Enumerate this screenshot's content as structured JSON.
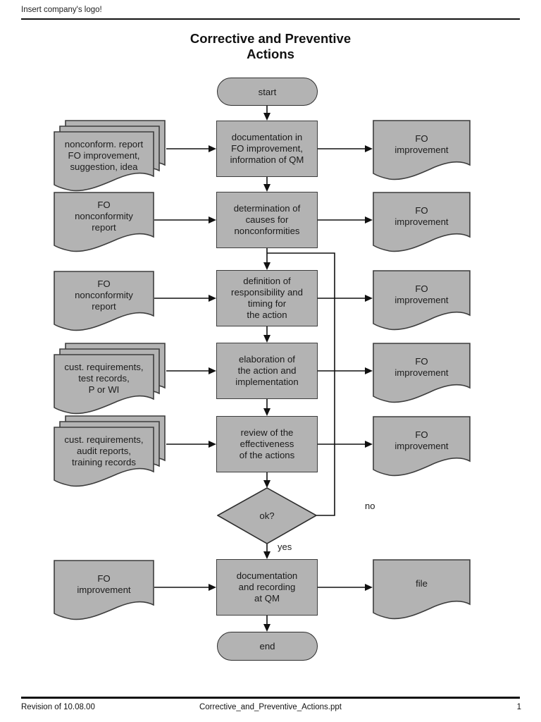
{
  "page": {
    "header_note": "Insert company's logo!",
    "title": "Corrective and Preventive\nActions",
    "footer": {
      "left": "Revision of 10.08.00",
      "center": "Corrective_and_Preventive_Actions.ppt",
      "page_number": "1"
    }
  },
  "colors": {
    "shape_fill": "#b3b3b3",
    "shape_stroke": "#3d3d3d",
    "connector": "#111111"
  },
  "flowchart": {
    "start_label": "start",
    "end_label": "end",
    "decision": {
      "label": "ok?",
      "no_label": "no",
      "yes_label": "yes"
    },
    "processes": [
      {
        "label": "documentation in\nFO improvement,\ninformation of QM"
      },
      {
        "label": "determination of\ncauses for\nnonconformities"
      },
      {
        "label": "definition of\nresponsibility and\ntiming for\nthe action"
      },
      {
        "label": "elaboration of\nthe action and\nimplementation"
      },
      {
        "label": "review of the\neffectiveness\nof the actions"
      },
      {
        "label": "documentation\nand recording\nat QM"
      }
    ],
    "inputs": [
      {
        "label": "nonconform. report\nFO improvement,\nsuggestion, idea",
        "stacked": true
      },
      {
        "label": "FO\nnonconformity\nreport",
        "stacked": false
      },
      {
        "label": "FO\nnonconformity\nreport",
        "stacked": false
      },
      {
        "label": "cust. requirements,\ntest records,\nP or WI",
        "stacked": true
      },
      {
        "label": "cust. requirements,\naudit reports,\ntraining records",
        "stacked": true
      },
      {
        "label": "FO\nimprovement",
        "stacked": false
      }
    ],
    "outputs": [
      {
        "label": "FO\nimprovement"
      },
      {
        "label": "FO\nimprovement"
      },
      {
        "label": "FO\nimprovement"
      },
      {
        "label": "FO\nimprovement"
      },
      {
        "label": "FO\nimprovement"
      },
      {
        "label": "file"
      }
    ]
  }
}
